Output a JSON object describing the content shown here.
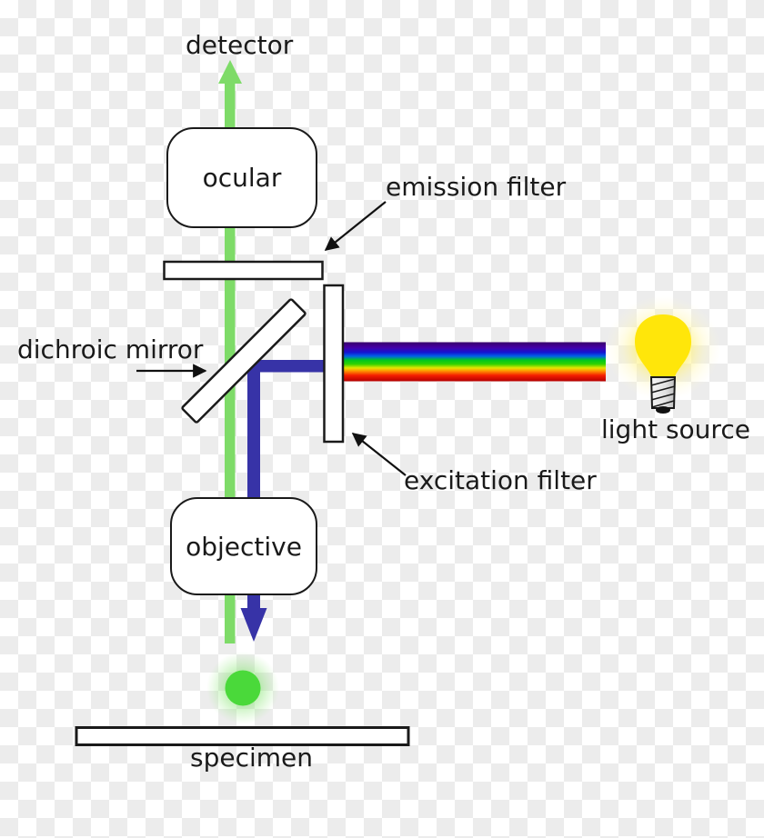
{
  "diagram": {
    "type": "fluorescence-microscope-light-path",
    "labels": {
      "detector": "detector",
      "ocular": "ocular",
      "emission_filter": "emission filter",
      "dichroic_mirror": "dichroic mirror",
      "excitation_filter": "excitation filter",
      "light_source": "light source",
      "objective": "objective",
      "specimen": "specimen"
    },
    "colors": {
      "emission_beam_green": "#7edb68",
      "excitation_beam_blue": "#3733a7",
      "bulb_yellow": "#ffe60a",
      "specimen_glow_green": "#4ad93a",
      "outline_black": "#1a1a1a",
      "panel_white": "#ffffff",
      "checker_gray": "#ececec"
    }
  }
}
